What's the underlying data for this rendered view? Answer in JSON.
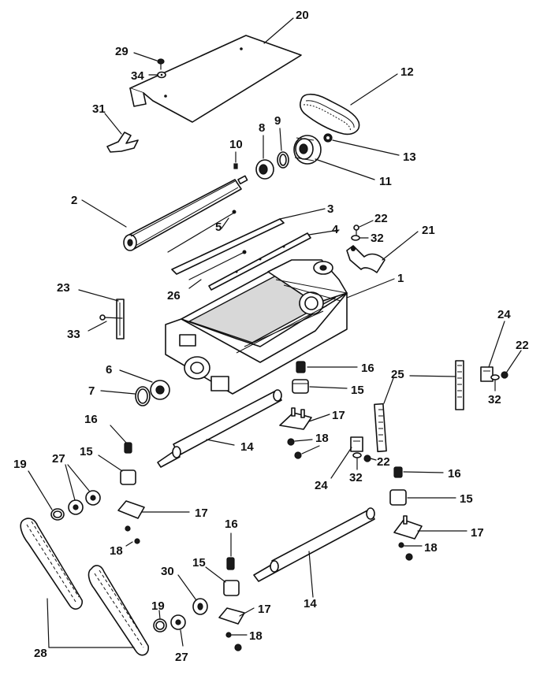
{
  "labels": {
    "p1": "1",
    "p2": "2",
    "p3": "3",
    "p4": "4",
    "p5": "5",
    "p6": "6",
    "p7": "7",
    "p8": "8",
    "p9": "9",
    "p10": "10",
    "p11": "11",
    "p12": "12",
    "p13": "13",
    "p14a": "14",
    "p14b": "14",
    "p15a": "15",
    "p15b": "15",
    "p15c": "15",
    "p15d": "15",
    "p16a": "16",
    "p16b": "16",
    "p16c": "16",
    "p16d": "16",
    "p17a": "17",
    "p17b": "17",
    "p17c": "17",
    "p17d": "17",
    "p18a": "18",
    "p18b": "18",
    "p18c": "18",
    "p18d": "18",
    "p19a": "19",
    "p19b": "19",
    "p20": "20",
    "p21": "21",
    "p22a": "22",
    "p22b": "22",
    "p22c": "22",
    "p23": "23",
    "p24a": "24",
    "p24b": "24",
    "p25": "25",
    "p26": "26",
    "p27a": "27",
    "p27b": "27",
    "p28": "28",
    "p29": "29",
    "p30": "30",
    "p31": "31",
    "p32a": "32",
    "p32b": "32",
    "p32c": "32",
    "p33": "33",
    "p34": "34"
  }
}
